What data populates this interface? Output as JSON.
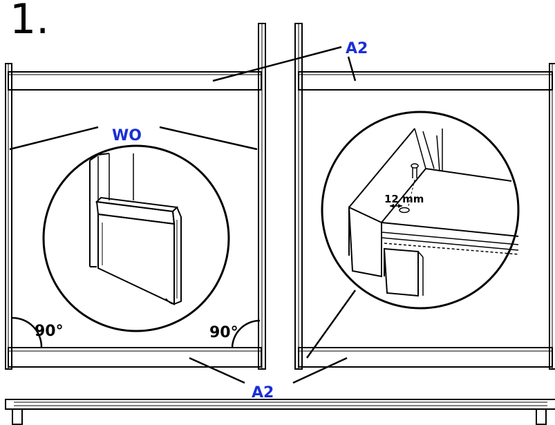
{
  "step": {
    "number": "1."
  },
  "labels": {
    "part_top": "A2",
    "part_bottom": "A2",
    "fitting": "WO",
    "angle_left": "90°",
    "angle_right": "90°",
    "measure": "12 mm"
  },
  "colors": {
    "part_label": "#1a2fd6",
    "line": "#000000",
    "background": "#ffffff"
  }
}
